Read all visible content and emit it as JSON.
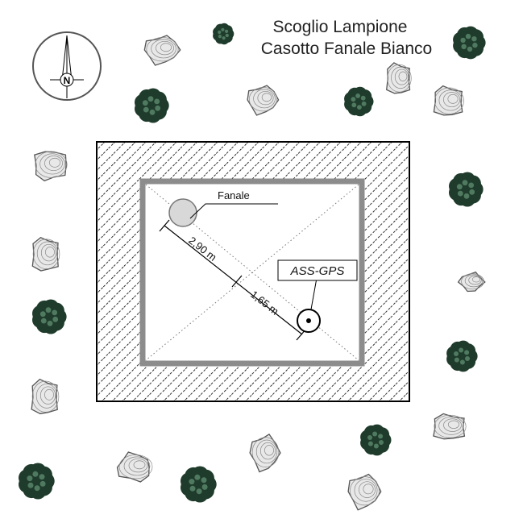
{
  "title": {
    "line1": "Scoglio Lampione",
    "line2": "Casotto Fanale Bianco"
  },
  "compass": {
    "label": "N"
  },
  "labels": {
    "fanale": "Fanale",
    "gps": "ASS-GPS",
    "dist1": "2,90 m",
    "dist2": "1,65 m"
  },
  "colors": {
    "wall": "#8c8c8c",
    "rock_fill": "#e8e8e8",
    "bush_dark": "#1f3b2c",
    "bush_light": "#4f7a60",
    "fanale_fill": "#d8d8d8"
  },
  "icons": {
    "compass": "north-arrow-icon",
    "rock": "rock-icon",
    "bush": "bush-icon",
    "lamp": "lamp-circle-icon",
    "gps": "gps-point-icon"
  }
}
